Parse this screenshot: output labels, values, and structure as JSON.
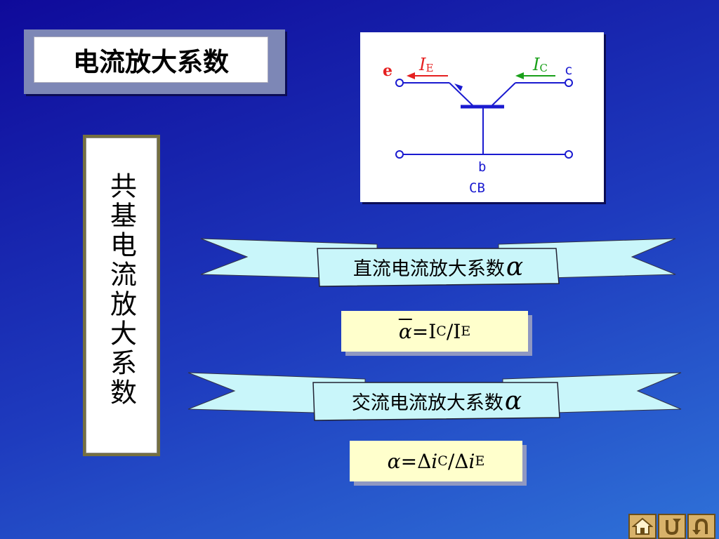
{
  "title": "电流放大系数",
  "side_label": "共基电流放大系数",
  "circuit": {
    "emitter_label": "e",
    "collector_label": "c",
    "base_label": "b",
    "ie_current": "I",
    "ie_sub": "E",
    "ic_current": "I",
    "ic_sub": "C",
    "config_label": "CB",
    "colors": {
      "emitter": "#e52020",
      "collector": "#19a019",
      "wire": "#1a1ad0"
    }
  },
  "dc_gain": {
    "label": "直流电流放大系数",
    "symbol": "α",
    "formula_lhs": "α",
    "formula_eq": "=",
    "num": "I",
    "num_sub": "C",
    "slash": "/",
    "den": "I",
    "den_sub": "E"
  },
  "ac_gain": {
    "label": "交流电流放大系数",
    "symbol": "α",
    "formula_lhs": "α",
    "formula_eq": "=",
    "delta1": "Δ ",
    "num": "i",
    "num_sub": "C",
    "slash": "/",
    "delta2": " Δ ",
    "den": "i",
    "den_sub": "E"
  },
  "nav": {
    "icons": [
      "home-icon",
      "return-icon",
      "back-icon"
    ],
    "color": "#d8b26a"
  }
}
